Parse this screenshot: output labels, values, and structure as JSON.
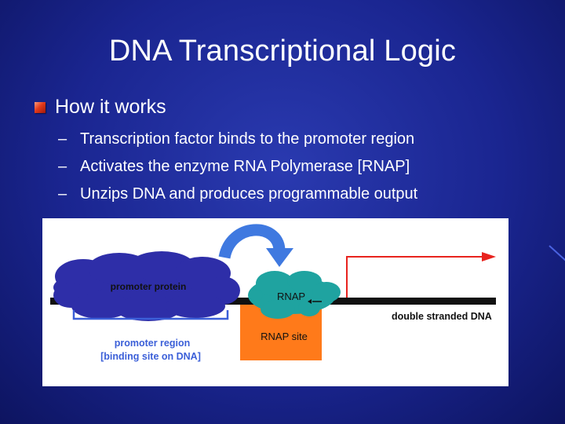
{
  "slide": {
    "title": "DNA Transcriptional Logic",
    "bullet": "How it works",
    "sub_bullets": [
      "Transcription factor binds to the promoter region",
      "Activates the enzyme RNA Polymerase [RNAP]",
      "Unzips DNA and produces programmable output"
    ],
    "dash": "–"
  },
  "diagram": {
    "promoter_protein_label": "promoter protein",
    "rnap_label": "RNAP",
    "rnap_site_label": "RNAP site",
    "dna_label": "double stranded DNA",
    "promoter_region_line1": "promoter region",
    "promoter_region_line2": "[binding site on DNA]",
    "colors": {
      "protein": "#2e2ea8",
      "rnap": "#1fa3a0",
      "rnap_site": "#ff7a1a",
      "arrow_blue": "#3f79e0",
      "arrow_red": "#e8231e",
      "label_blue": "#3b5fd8"
    }
  }
}
